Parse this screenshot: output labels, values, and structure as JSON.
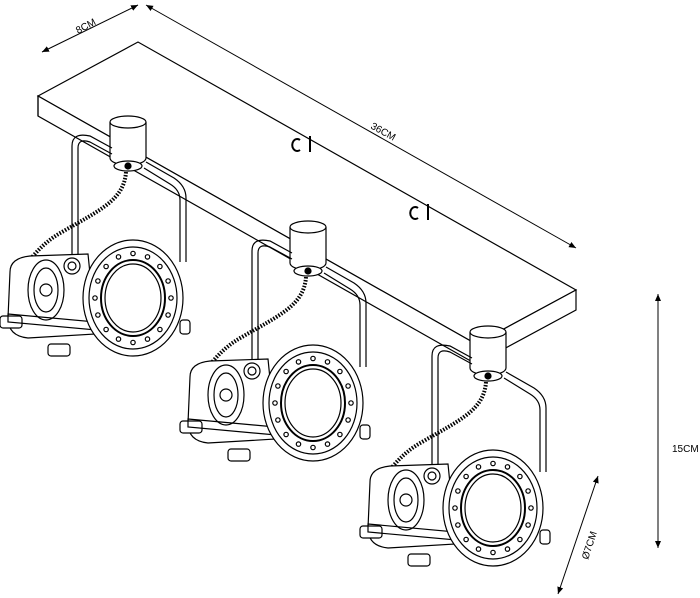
{
  "dimensions": {
    "depth_label": "8CM",
    "length_label": "36CM",
    "height_label": "15CM",
    "diameter_label": "Ø7CM"
  },
  "spotlights": [
    {
      "id": "left"
    },
    {
      "id": "center"
    },
    {
      "id": "right"
    }
  ],
  "colors": {
    "line": "#000000",
    "fill": "#ffffff"
  }
}
